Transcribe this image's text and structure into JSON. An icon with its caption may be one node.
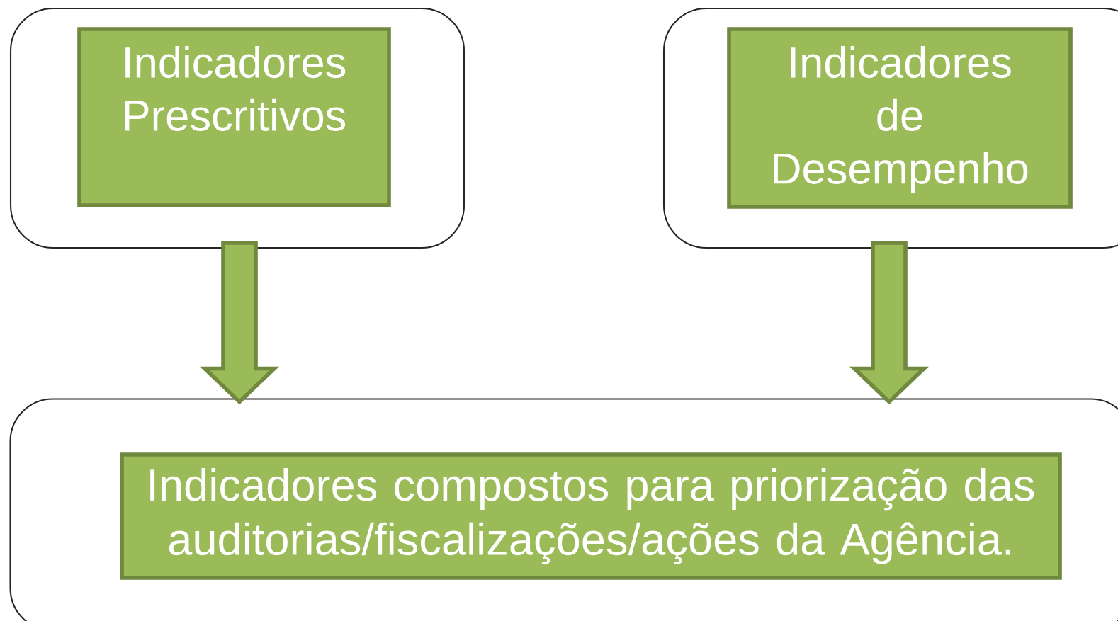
{
  "diagram": {
    "nodes": [
      {
        "text": [],
        "shape": "box"
      },
      {
        "text": [
          "Indicadores Prescritivos"
        ],
        "in": 0
      },
      {
        "text": [],
        "shape": "box"
      },
      {
        "text": [
          "Indicadores de Desempenho"
        ],
        "in": 2
      },
      {
        "text": [],
        "shape": "box"
      },
      {
        "text": [
          "Indicadores compostos para priorização das auditorias/fiscalizações/ações da Agência."
        ],
        "in": 4
      }
    ],
    "edges": [
      {
        "from": 0,
        "to": 4,
        "arrow": "to"
      },
      {
        "from": 2,
        "to": 4,
        "arrow": "to"
      }
    ]
  }
}
